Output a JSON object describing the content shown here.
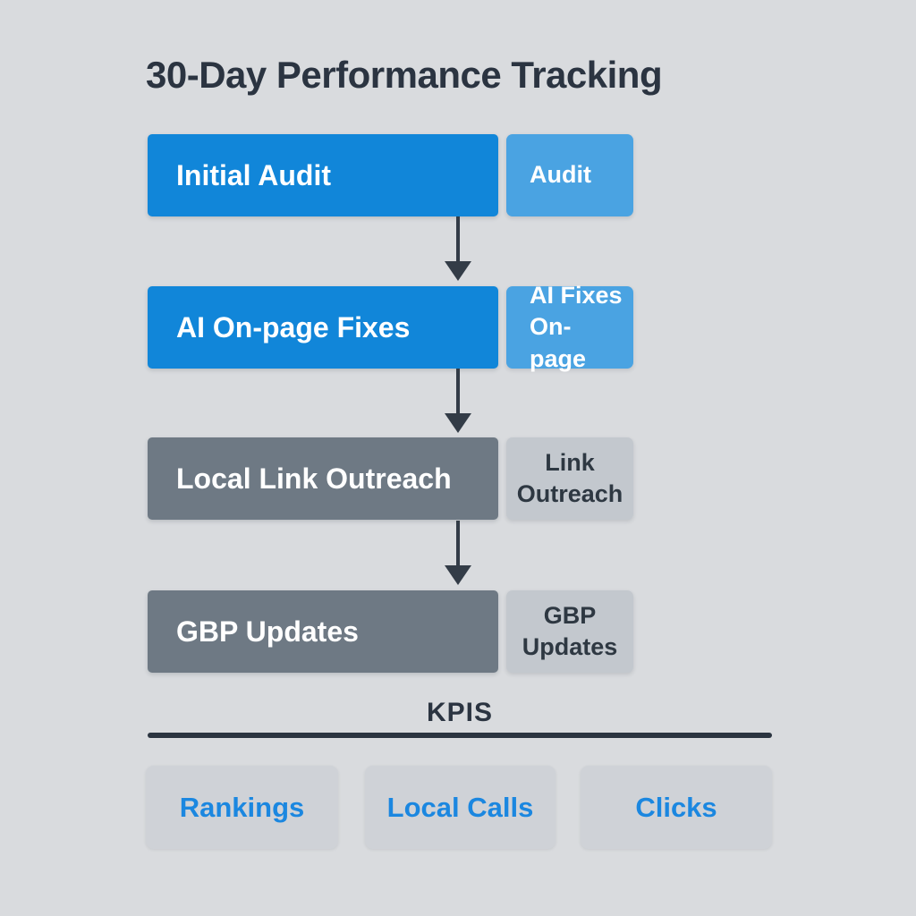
{
  "title": "30-Day Performance Tracking",
  "flow": {
    "steps": [
      {
        "label": "Initial Audit",
        "side_lines": [
          "Audit"
        ]
      },
      {
        "label": "AI On-page Fixes",
        "side_lines": [
          "AI Fixes",
          "On-page"
        ]
      },
      {
        "label": "Local Link Outreach",
        "side_lines": [
          "Link",
          "Outreach"
        ]
      },
      {
        "label": "GBP Updates",
        "side_lines": [
          "GBP",
          "Updates"
        ]
      }
    ]
  },
  "kpis": {
    "heading": "KPIS",
    "items": [
      {
        "label": "Rankings"
      },
      {
        "label": "Local Calls"
      },
      {
        "label": "Clicks"
      }
    ]
  },
  "colors": {
    "background": "#d9dbde",
    "primary_blue": "#1186d9",
    "light_blue": "#4aa3e2",
    "slate_gray": "#6e7984",
    "light_gray_box": "#c3c8ce",
    "kpi_box": "#cfd2d7",
    "kpi_text_blue": "#1b87e0",
    "dark_text": "#2b3441",
    "arrow": "#333c47"
  }
}
